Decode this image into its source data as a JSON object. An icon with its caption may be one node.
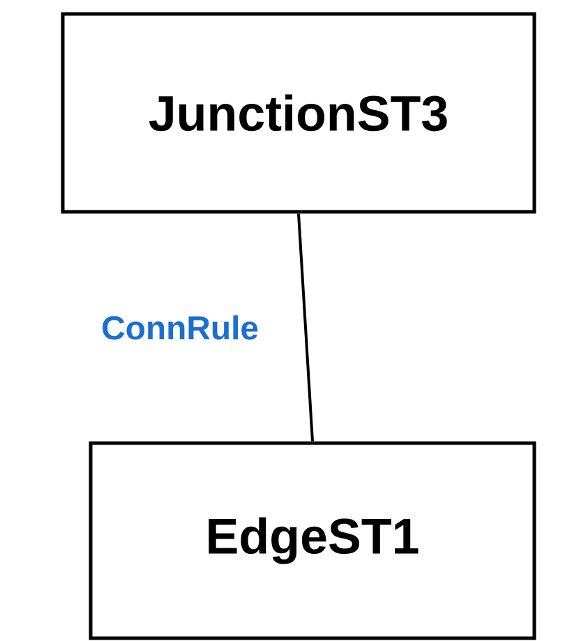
{
  "diagram": {
    "nodes": [
      {
        "text": [
          "JunctionST3"
        ]
      },
      {
        "text": [
          "EdgeST1"
        ]
      }
    ],
    "edges": [
      {
        "from": 0,
        "to": 1,
        "arrow": "none",
        "label": "ConnRule"
      }
    ]
  }
}
